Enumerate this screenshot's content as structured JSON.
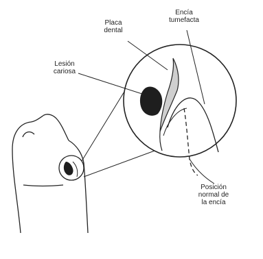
{
  "labels": {
    "placa_dental": "Placa\ndental",
    "encia_tumefacta": "Encía\ntumefacta",
    "lesion_cariosa": "Lesión\ncariosa",
    "posicion_normal": "Posición\nnormal de\nla encía"
  },
  "colors": {
    "ink": "#222222",
    "plaque": "#cfcfcf",
    "lesion": "#1e1e1e",
    "background": "#ffffff"
  }
}
